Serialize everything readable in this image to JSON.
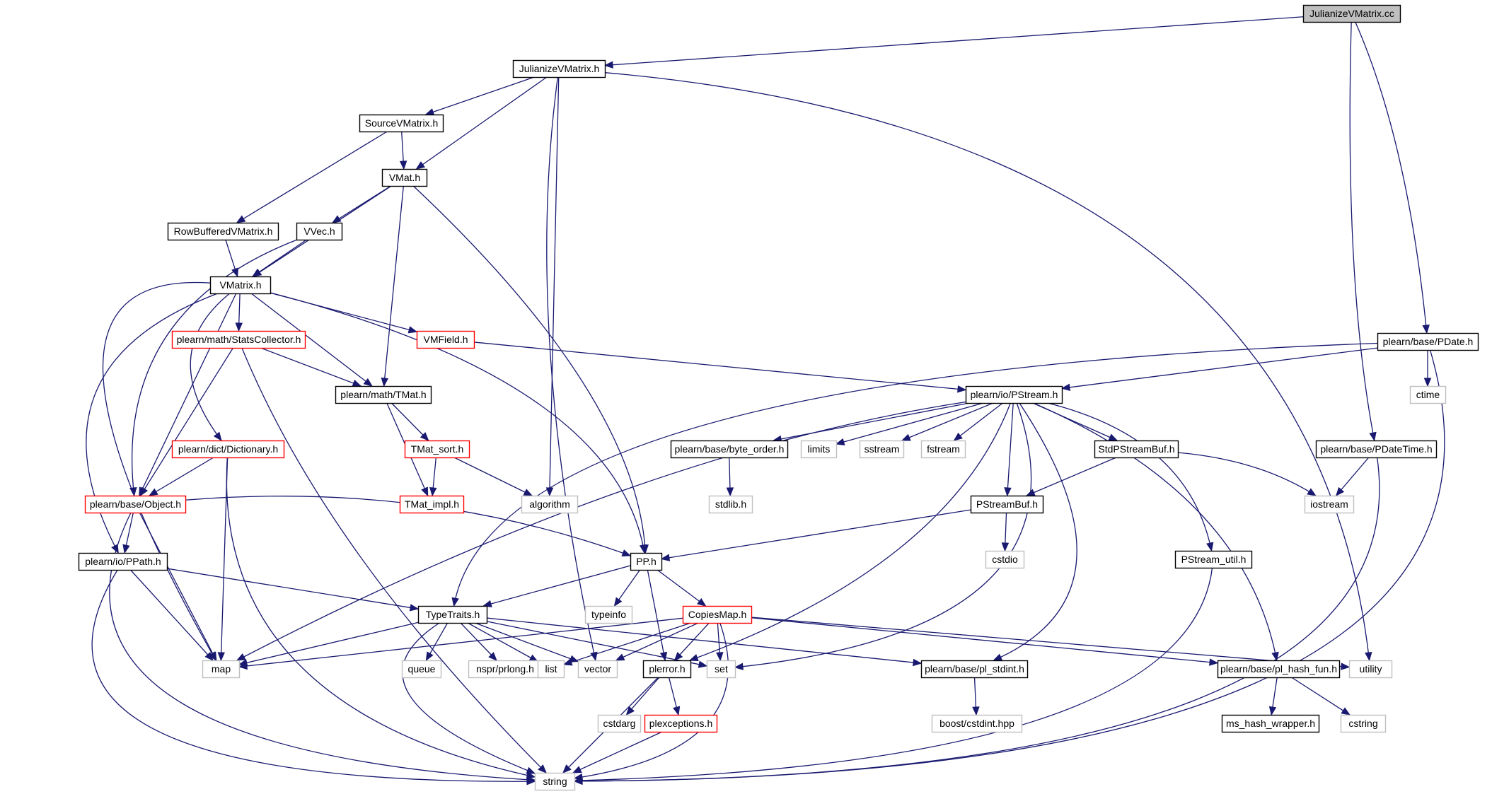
{
  "colors": {
    "edge": "#191970",
    "border_normal": "#000000",
    "border_truncated": "#ff0000",
    "border_system": "#bfbfbf",
    "fill_root": "#bfbfbf",
    "fill_default": "#ffffff"
  },
  "nodes": [
    {
      "id": "JulianizeVMatrix.cc",
      "label": "JulianizeVMatrix.cc",
      "kind": "root"
    },
    {
      "id": "JulianizeVMatrix.h",
      "label": "JulianizeVMatrix.h",
      "kind": "normal"
    },
    {
      "id": "SourceVMatrix.h",
      "label": "SourceVMatrix.h",
      "kind": "normal"
    },
    {
      "id": "VMat.h",
      "label": "VMat.h",
      "kind": "normal"
    },
    {
      "id": "RowBufferedVMatrix.h",
      "label": "RowBufferedVMatrix.h",
      "kind": "normal"
    },
    {
      "id": "VVec.h",
      "label": "VVec.h",
      "kind": "normal"
    },
    {
      "id": "VMatrix.h",
      "label": "VMatrix.h",
      "kind": "normal"
    },
    {
      "id": "plearn/math/StatsCollector.h",
      "label": "plearn/math/StatsCollector.h",
      "kind": "truncated"
    },
    {
      "id": "VMField.h",
      "label": "VMField.h",
      "kind": "truncated"
    },
    {
      "id": "plearn/math/TMat.h",
      "label": "plearn/math/TMat.h",
      "kind": "normal"
    },
    {
      "id": "plearn/dict/Dictionary.h",
      "label": "plearn/dict/Dictionary.h",
      "kind": "truncated"
    },
    {
      "id": "TMat_sort.h",
      "label": "TMat_sort.h",
      "kind": "truncated"
    },
    {
      "id": "TMat_impl.h",
      "label": "TMat_impl.h",
      "kind": "truncated"
    },
    {
      "id": "plearn/base/Object.h",
      "label": "plearn/base/Object.h",
      "kind": "truncated"
    },
    {
      "id": "algorithm",
      "label": "algorithm",
      "kind": "system"
    },
    {
      "id": "plearn/io/PPath.h",
      "label": "plearn/io/PPath.h",
      "kind": "normal"
    },
    {
      "id": "PP.h",
      "label": "PP.h",
      "kind": "normal"
    },
    {
      "id": "typeinfo",
      "label": "typeinfo",
      "kind": "system"
    },
    {
      "id": "TypeTraits.h",
      "label": "TypeTraits.h",
      "kind": "normal"
    },
    {
      "id": "CopiesMap.h",
      "label": "CopiesMap.h",
      "kind": "truncated"
    },
    {
      "id": "map",
      "label": "map",
      "kind": "system"
    },
    {
      "id": "queue",
      "label": "queue",
      "kind": "system"
    },
    {
      "id": "nspr/prlong.h",
      "label": "nspr/prlong.h",
      "kind": "system"
    },
    {
      "id": "list",
      "label": "list",
      "kind": "system"
    },
    {
      "id": "vector",
      "label": "vector",
      "kind": "system"
    },
    {
      "id": "set",
      "label": "set",
      "kind": "system"
    },
    {
      "id": "plerror.h",
      "label": "plerror.h",
      "kind": "normal"
    },
    {
      "id": "cstdarg",
      "label": "cstdarg",
      "kind": "system"
    },
    {
      "id": "plexceptions.h",
      "label": "plexceptions.h",
      "kind": "truncated"
    },
    {
      "id": "string",
      "label": "string",
      "kind": "system"
    },
    {
      "id": "plearn/base/pl_stdint.h",
      "label": "plearn/base/pl_stdint.h",
      "kind": "normal"
    },
    {
      "id": "boost/cstdint.hpp",
      "label": "boost/cstdint.hpp",
      "kind": "system"
    },
    {
      "id": "plearn/base/PDate.h",
      "label": "plearn/base/PDate.h",
      "kind": "normal"
    },
    {
      "id": "ctime",
      "label": "ctime",
      "kind": "system"
    },
    {
      "id": "plearn/io/PStream.h",
      "label": "plearn/io/PStream.h",
      "kind": "normal"
    },
    {
      "id": "plearn/base/PDateTime.h",
      "label": "plearn/base/PDateTime.h",
      "kind": "normal"
    },
    {
      "id": "iostream",
      "label": "iostream",
      "kind": "system"
    },
    {
      "id": "plearn/base/byte_order.h",
      "label": "plearn/base/byte_order.h",
      "kind": "normal"
    },
    {
      "id": "stdlib.h",
      "label": "stdlib.h",
      "kind": "system"
    },
    {
      "id": "limits",
      "label": "limits",
      "kind": "system"
    },
    {
      "id": "sstream",
      "label": "sstream",
      "kind": "system"
    },
    {
      "id": "fstream",
      "label": "fstream",
      "kind": "system"
    },
    {
      "id": "StdPStreamBuf.h",
      "label": "StdPStreamBuf.h",
      "kind": "normal"
    },
    {
      "id": "PStreamBuf.h",
      "label": "PStreamBuf.h",
      "kind": "normal"
    },
    {
      "id": "cstdio",
      "label": "cstdio",
      "kind": "system"
    },
    {
      "id": "PStream_util.h",
      "label": "PStream_util.h",
      "kind": "normal"
    },
    {
      "id": "plearn/base/pl_hash_fun.h",
      "label": "plearn/base/pl_hash_fun.h",
      "kind": "normal"
    },
    {
      "id": "ms_hash_wrapper.h",
      "label": "ms_hash_wrapper.h",
      "kind": "normal"
    },
    {
      "id": "cstring",
      "label": "cstring",
      "kind": "system"
    },
    {
      "id": "utility",
      "label": "utility",
      "kind": "system"
    }
  ],
  "edges": [
    [
      "JulianizeVMatrix.cc",
      "JulianizeVMatrix.h"
    ],
    [
      "JulianizeVMatrix.cc",
      "plearn/base/PDate.h"
    ],
    [
      "JulianizeVMatrix.cc",
      "plearn/base/PDateTime.h"
    ],
    [
      "JulianizeVMatrix.h",
      "SourceVMatrix.h"
    ],
    [
      "JulianizeVMatrix.h",
      "VMat.h"
    ],
    [
      "JulianizeVMatrix.h",
      "vector"
    ],
    [
      "JulianizeVMatrix.h",
      "algorithm"
    ],
    [
      "JulianizeVMatrix.h",
      "utility"
    ],
    [
      "SourceVMatrix.h",
      "VMat.h"
    ],
    [
      "SourceVMatrix.h",
      "RowBufferedVMatrix.h"
    ],
    [
      "RowBufferedVMatrix.h",
      "VMatrix.h"
    ],
    [
      "VMat.h",
      "VVec.h"
    ],
    [
      "VMat.h",
      "VMatrix.h"
    ],
    [
      "VMat.h",
      "plearn/math/TMat.h"
    ],
    [
      "VMat.h",
      "PP.h"
    ],
    [
      "VVec.h",
      "VMatrix.h"
    ],
    [
      "VVec.h",
      "plearn/base/Object.h"
    ],
    [
      "VMatrix.h",
      "plearn/math/StatsCollector.h"
    ],
    [
      "VMatrix.h",
      "VMField.h"
    ],
    [
      "VMatrix.h",
      "plearn/math/TMat.h"
    ],
    [
      "VMatrix.h",
      "plearn/dict/Dictionary.h"
    ],
    [
      "VMatrix.h",
      "plearn/base/Object.h"
    ],
    [
      "VMatrix.h",
      "plearn/io/PPath.h"
    ],
    [
      "VMatrix.h",
      "map"
    ],
    [
      "VMatrix.h",
      "PP.h"
    ],
    [
      "plearn/math/StatsCollector.h",
      "plearn/math/TMat.h"
    ],
    [
      "plearn/math/StatsCollector.h",
      "plearn/base/Object.h"
    ],
    [
      "plearn/math/StatsCollector.h",
      "string"
    ],
    [
      "VMField.h",
      "plearn/io/PStream.h"
    ],
    [
      "plearn/math/TMat.h",
      "TMat_sort.h"
    ],
    [
      "plearn/math/TMat.h",
      "TMat_impl.h"
    ],
    [
      "TMat_sort.h",
      "TMat_impl.h"
    ],
    [
      "TMat_sort.h",
      "algorithm"
    ],
    [
      "plearn/dict/Dictionary.h",
      "plearn/base/Object.h"
    ],
    [
      "plearn/dict/Dictionary.h",
      "map"
    ],
    [
      "plearn/dict/Dictionary.h",
      "string"
    ],
    [
      "plearn/base/Object.h",
      "plearn/io/PPath.h"
    ],
    [
      "plearn/base/Object.h",
      "PP.h"
    ],
    [
      "plearn/base/Object.h",
      "map"
    ],
    [
      "plearn/base/Object.h",
      "string"
    ],
    [
      "plearn/io/PPath.h",
      "TypeTraits.h"
    ],
    [
      "plearn/io/PPath.h",
      "map"
    ],
    [
      "plearn/io/PPath.h",
      "string"
    ],
    [
      "PP.h",
      "typeinfo"
    ],
    [
      "PP.h",
      "TypeTraits.h"
    ],
    [
      "PP.h",
      "CopiesMap.h"
    ],
    [
      "PP.h",
      "plerror.h"
    ],
    [
      "TypeTraits.h",
      "map"
    ],
    [
      "TypeTraits.h",
      "queue"
    ],
    [
      "TypeTraits.h",
      "nspr/prlong.h"
    ],
    [
      "TypeTraits.h",
      "list"
    ],
    [
      "TypeTraits.h",
      "vector"
    ],
    [
      "TypeTraits.h",
      "set"
    ],
    [
      "TypeTraits.h",
      "string"
    ],
    [
      "TypeTraits.h",
      "plearn/base/pl_stdint.h"
    ],
    [
      "CopiesMap.h",
      "map"
    ],
    [
      "CopiesMap.h",
      "list"
    ],
    [
      "CopiesMap.h",
      "vector"
    ],
    [
      "CopiesMap.h",
      "plerror.h"
    ],
    [
      "CopiesMap.h",
      "set"
    ],
    [
      "CopiesMap.h",
      "string"
    ],
    [
      "CopiesMap.h",
      "plearn/base/pl_hash_fun.h"
    ],
    [
      "CopiesMap.h",
      "utility"
    ],
    [
      "plerror.h",
      "cstdarg"
    ],
    [
      "plerror.h",
      "plexceptions.h"
    ],
    [
      "plerror.h",
      "string"
    ],
    [
      "plexceptions.h",
      "string"
    ],
    [
      "plearn/base/pl_stdint.h",
      "boost/cstdint.hpp"
    ],
    [
      "plearn/base/PDate.h",
      "ctime"
    ],
    [
      "plearn/base/PDate.h",
      "plearn/io/PStream.h"
    ],
    [
      "plearn/base/PDate.h",
      "TypeTraits.h"
    ],
    [
      "plearn/base/PDate.h",
      "string"
    ],
    [
      "plearn/base/PDateTime.h",
      "iostream"
    ],
    [
      "plearn/base/PDateTime.h",
      "string"
    ],
    [
      "plearn/io/PStream.h",
      "map"
    ],
    [
      "plearn/io/PStream.h",
      "plearn/base/byte_order.h"
    ],
    [
      "plearn/io/PStream.h",
      "limits"
    ],
    [
      "plearn/io/PStream.h",
      "sstream"
    ],
    [
      "plearn/io/PStream.h",
      "fstream"
    ],
    [
      "plearn/io/PStream.h",
      "StdPStreamBuf.h"
    ],
    [
      "plearn/io/PStream.h",
      "PStreamBuf.h"
    ],
    [
      "plearn/io/PStream.h",
      "set"
    ],
    [
      "plearn/io/PStream.h",
      "plerror.h"
    ],
    [
      "plearn/io/PStream.h",
      "plearn/base/pl_stdint.h"
    ],
    [
      "plearn/io/PStream.h",
      "PStream_util.h"
    ],
    [
      "plearn/io/PStream.h",
      "plearn/base/pl_hash_fun.h"
    ],
    [
      "plearn/base/byte_order.h",
      "stdlib.h"
    ],
    [
      "StdPStreamBuf.h",
      "PStreamBuf.h"
    ],
    [
      "StdPStreamBuf.h",
      "iostream"
    ],
    [
      "PStreamBuf.h",
      "PP.h"
    ],
    [
      "PStreamBuf.h",
      "cstdio"
    ],
    [
      "PStream_util.h",
      "string"
    ],
    [
      "plearn/base/pl_hash_fun.h",
      "ms_hash_wrapper.h"
    ],
    [
      "plearn/base/pl_hash_fun.h",
      "cstring"
    ]
  ]
}
